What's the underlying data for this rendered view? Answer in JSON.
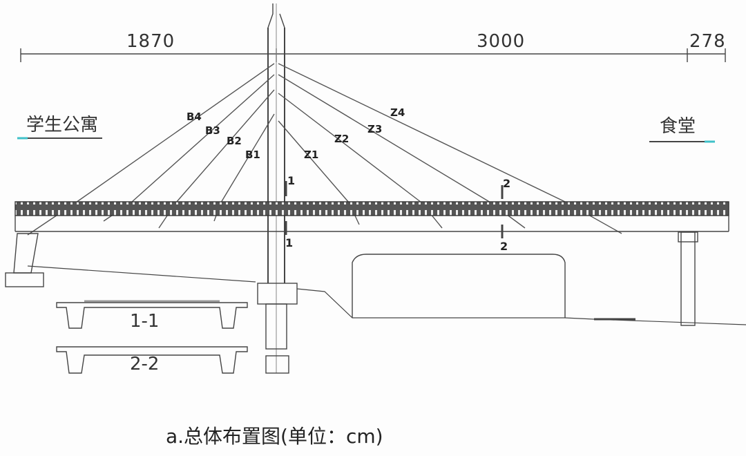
{
  "dimensions": {
    "left_span": "1870",
    "main_span": "3000",
    "right_end": "278"
  },
  "places": {
    "left": "学生公寓",
    "right": "食堂"
  },
  "cables": {
    "back": [
      "B4",
      "B3",
      "B2",
      "B1"
    ],
    "front": [
      "Z1",
      "Z2",
      "Z3",
      "Z4"
    ]
  },
  "section_marks": {
    "one_top": "1",
    "one_bottom": "1",
    "two_top": "2",
    "two_bottom": "2"
  },
  "sections": {
    "s1": "1-1",
    "s2": "2-2"
  },
  "caption": "a.总体布置图(单位：cm)",
  "colors": {
    "line": "#3a3a3a",
    "accent": "#3fc1c9"
  }
}
